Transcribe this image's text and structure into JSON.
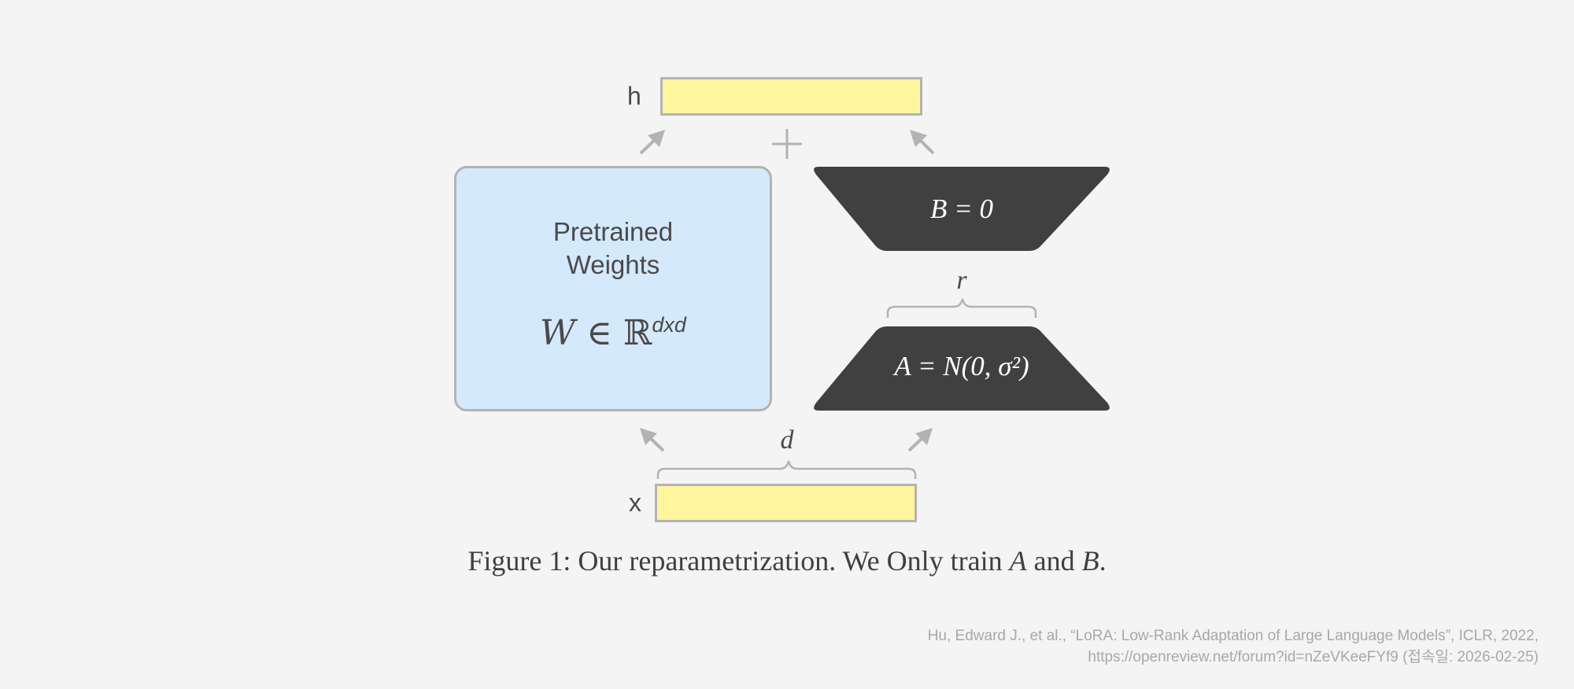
{
  "diagram": {
    "output_label": "h",
    "input_label": "x",
    "plus_symbol": "+",
    "weights": {
      "title_line1": "Pretrained",
      "title_line2": "Weights",
      "formula_w": "W",
      "formula_in": "∈ ℝ",
      "formula_sup": "dxd"
    },
    "matrix_b_label": "B = 0",
    "matrix_a_label": "A = N(0, σ²)",
    "rank_label": "r",
    "dim_label": "d"
  },
  "caption": {
    "prefix": "Figure 1: Our reparametrization. We Only train ",
    "var_a": "A",
    "and": " and ",
    "var_b": "B",
    "suffix": "."
  },
  "citation": {
    "line1": "Hu, Edward J., et al., “LoRA: Low-Rank Adaptation of Large Language Models”, ICLR, 2022,",
    "line2": "https://openreview.net/forum?id=nZeVKeeFYf9 (접속일: 2026-02-25)"
  },
  "colors": {
    "background": "#f4f4f4",
    "vector_fill": "#fff59d",
    "weights_fill": "#d4e9fb",
    "matrix_fill": "#404040",
    "stroke": "#b3b3b3"
  }
}
